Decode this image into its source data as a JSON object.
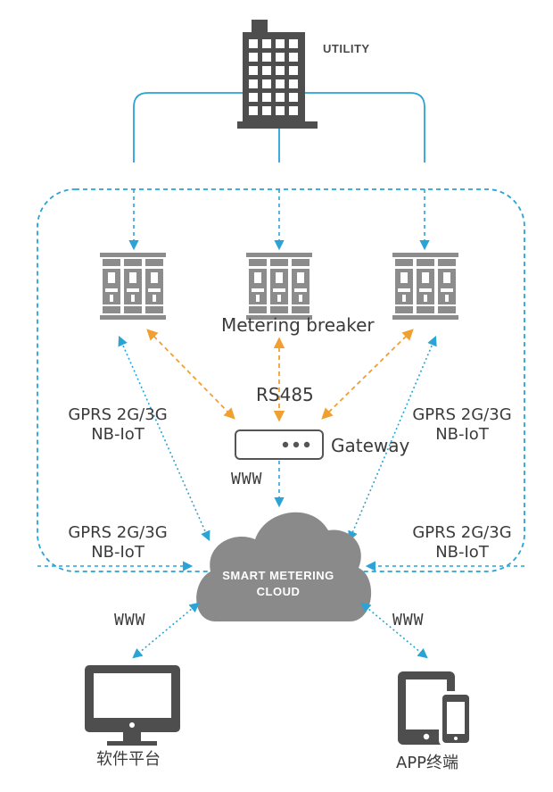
{
  "colors": {
    "blue": "#2aa3d6",
    "orange": "#f0a030",
    "icon_gray": "#8c8c8c",
    "dark_gray": "#4e4e4e",
    "cloud_gray": "#8a8a8a"
  },
  "nodes": {
    "utility": "UTILITY",
    "metering_breaker": "Metering breaker",
    "rs485": "RS485",
    "gateway": "Gateway",
    "www_gateway": "WWW",
    "cloud_line1": "SMART METERING",
    "cloud_line2": "CLOUD",
    "www_left": "WWW",
    "www_right": "WWW",
    "software_platform": "软件平台",
    "app_terminal": "APP终端"
  },
  "links": {
    "gprs_upper_left": [
      "GPRS 2G/3G",
      "NB-IoT"
    ],
    "gprs_upper_right": [
      "GPRS 2G/3G",
      "NB-IoT"
    ],
    "gprs_lower_left": [
      "GPRS 2G/3G",
      "NB-IoT"
    ],
    "gprs_lower_right": [
      "GPRS 2G/3G",
      "NB-IoT"
    ]
  },
  "icons": {
    "utility": "office-building-icon",
    "breaker": "breaker-module-icon",
    "gateway": "gateway-device-icon",
    "cloud": "cloud-icon",
    "monitor": "monitor-icon",
    "mobile": "tablet-phone-icon"
  }
}
